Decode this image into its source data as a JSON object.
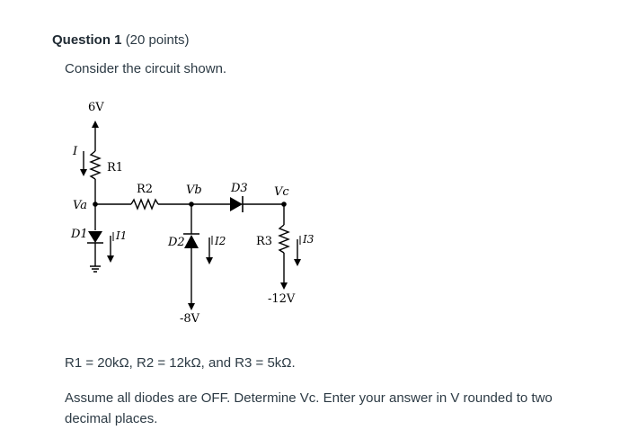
{
  "question": {
    "title": "Question 1",
    "points": "(20 points)",
    "prompt": "Consider the circuit shown.",
    "values_text": "R1 = 20kΩ, R2 = 12kΩ, and R3 = 5kΩ.",
    "instructions": "Assume all diodes are OFF. Determine Vc. Enter your answer in V rounded to two decimal places."
  },
  "circuit": {
    "supply_top": "6V",
    "current_I": "I",
    "r1": "R1",
    "r2": "R2",
    "r3": "R3",
    "node_va": "Va",
    "node_vb": "Vb",
    "node_vc": "Vc",
    "d1": "D1",
    "d2": "D2",
    "d3": "D3",
    "i1": "I1",
    "i2": "I2",
    "i3": "I3",
    "supply_b": "-8V",
    "supply_c": "-12V"
  }
}
